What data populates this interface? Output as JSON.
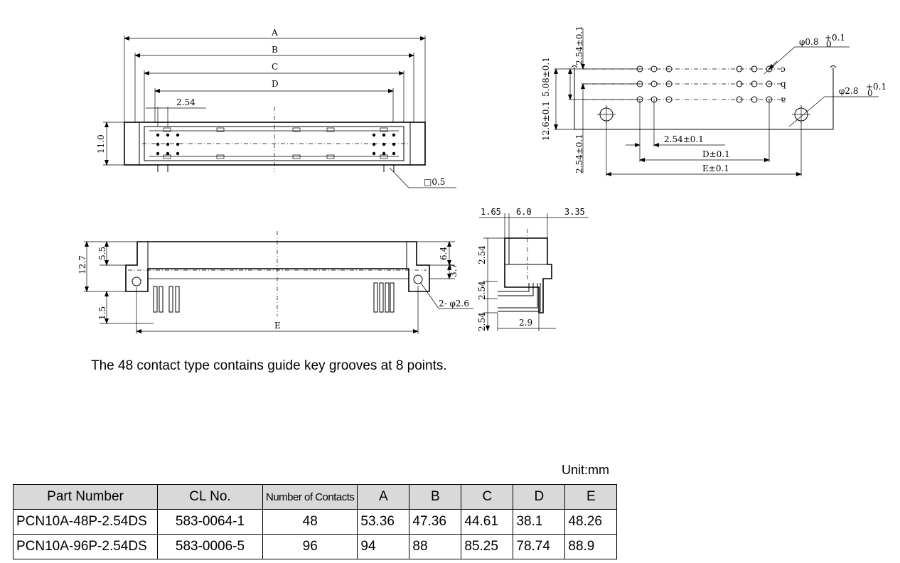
{
  "drawing": {
    "top_view": {
      "dims": [
        "A",
        "B",
        "C",
        "D",
        "2.54",
        "11.0",
        "□0.5"
      ]
    },
    "side_view": {
      "dims": [
        "2.54±0.1",
        "12.6±0.1",
        "5.08±0.1",
        "2.54±0.1",
        "2.54±0.1",
        "D±0.1",
        "E±0.1"
      ],
      "callouts": [
        "φ0.8",
        "+0.1",
        "0",
        "φ2.8",
        "+0.1",
        "0"
      ]
    },
    "front_view": {
      "dims": [
        "12.7",
        "5.5",
        "1.5",
        "6.4",
        "3.7",
        "E",
        "2- φ2.6"
      ]
    },
    "end_view": {
      "dims": [
        "1.65",
        "6.0",
        "3.35",
        "2.54",
        "2.54",
        "2.54",
        "2.9"
      ]
    }
  },
  "note": "The 48 contact type contains guide key grooves at 8 points.",
  "unit": "Unit:mm",
  "table": {
    "headers": [
      "Part Number",
      "CL No.",
      "Number of Contacts",
      "A",
      "B",
      "C",
      "D",
      "E"
    ],
    "rows": [
      [
        "PCN10A-48P-2.54DS",
        "583-0064-1",
        "48",
        "53.36",
        "47.36",
        "44.61",
        "38.1",
        "48.26"
      ],
      [
        "PCN10A-96P-2.54DS",
        "583-0006-5",
        "96",
        "94",
        "88",
        "85.25",
        "78.74",
        "88.9"
      ]
    ]
  }
}
